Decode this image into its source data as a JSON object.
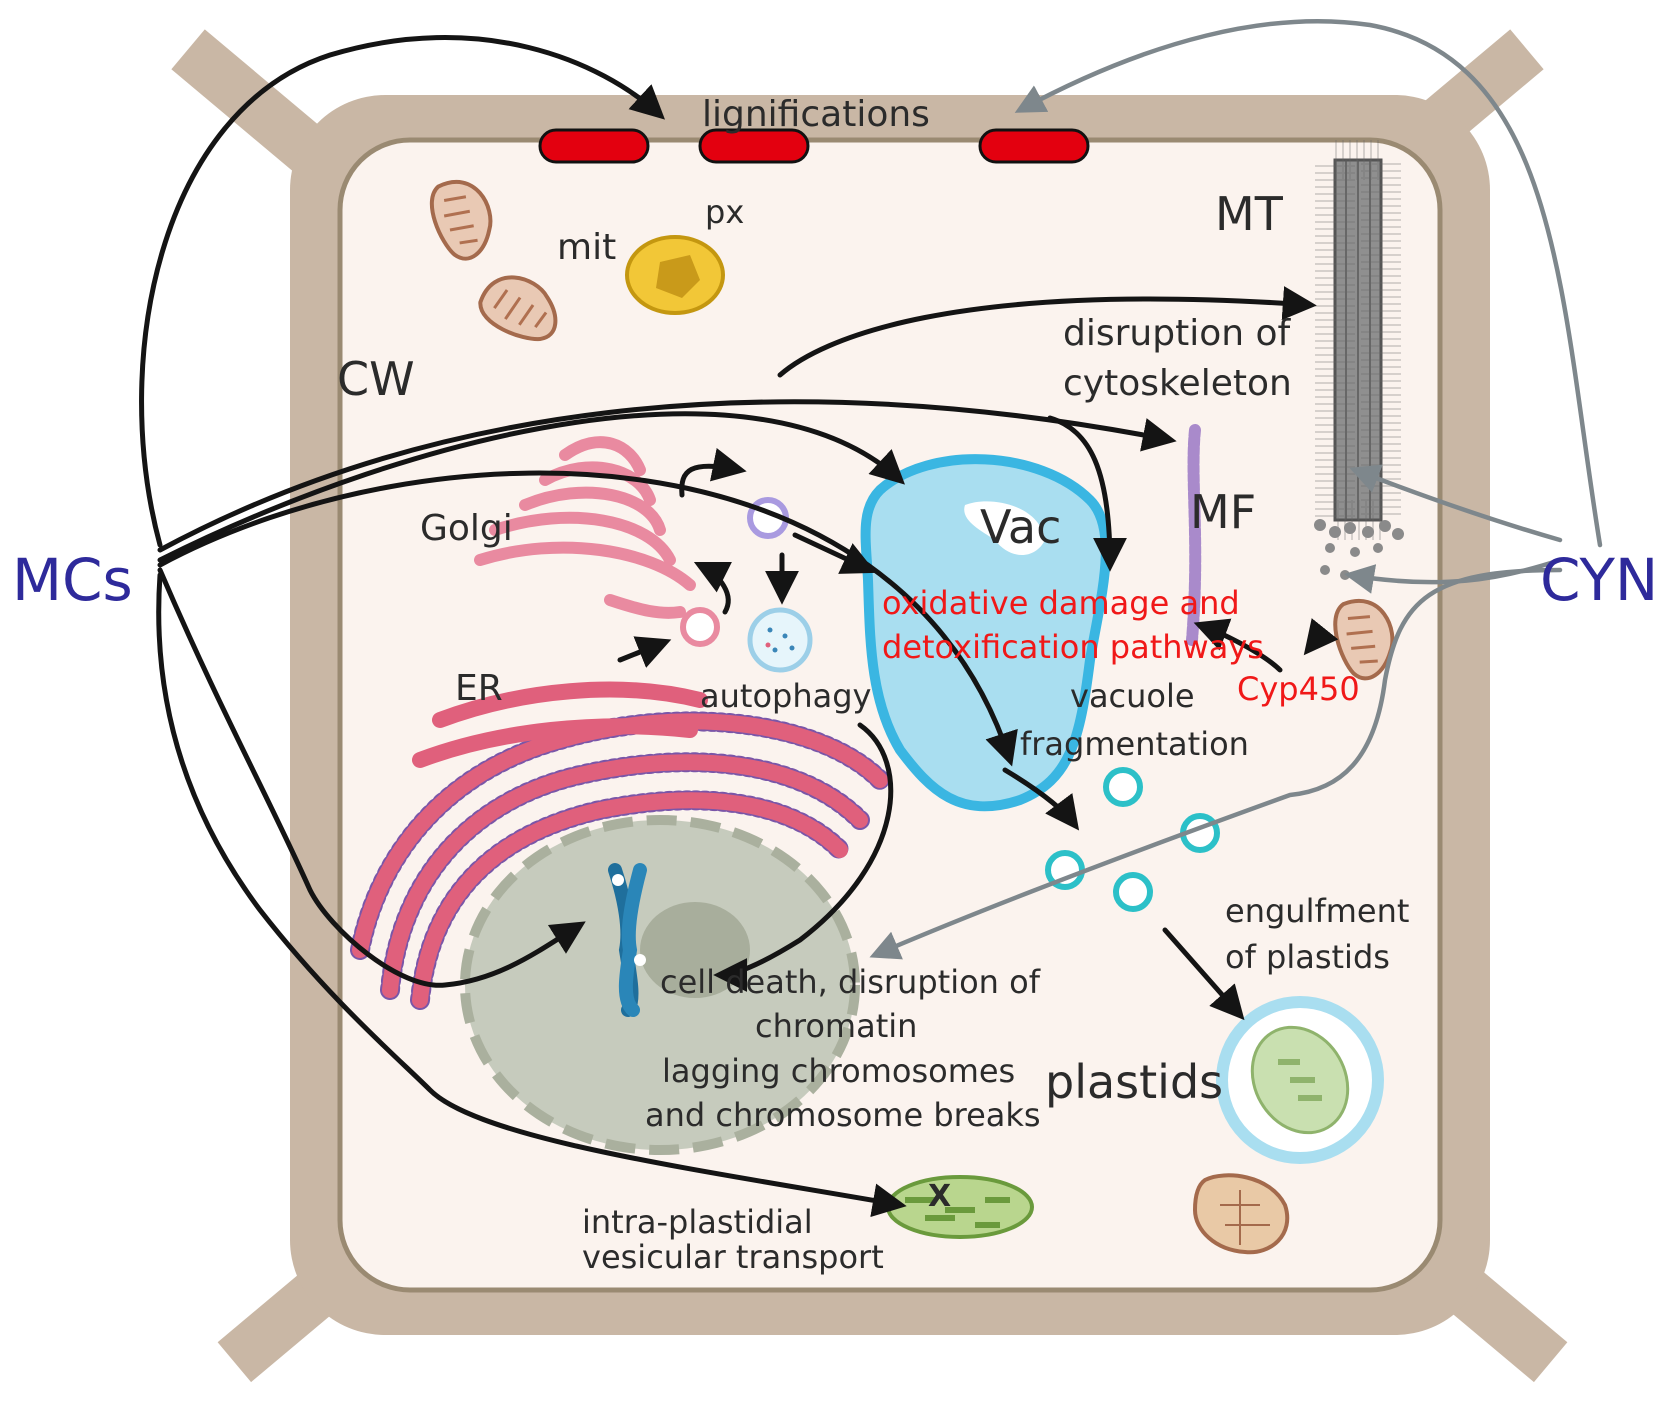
{
  "labels": {
    "lignifications": "lignifications",
    "px": "px",
    "mit": "mit",
    "mt": "MT",
    "cw": "CW",
    "disruption_line1": "disruption of",
    "disruption_line2": "cytoskeleton",
    "golgi": "Golgi",
    "vac": "Vac",
    "mf": "MF",
    "mcs": "MCs",
    "cyn": "CYN",
    "oxidative_line1": "oxidative damage and",
    "oxidative_line2": "detoxification pathways",
    "cyp450": "Cyp450",
    "er": "ER",
    "autophagy": "autophagy",
    "vacuole_line1": "vacuole",
    "vacuole_line2": "fragmentation",
    "celldeath_line1": "cell death, disruption of",
    "celldeath_line2": "chromatin",
    "celldeath_line3": "lagging chromosomes",
    "celldeath_line4": "and chromosome breaks",
    "engulf_line1": "engulfment",
    "engulf_line2": "of plastids",
    "plastids": "plastids",
    "intra_line1": "intra-plastidial",
    "intra_line2": "vesicular transport",
    "x_mark": "X"
  },
  "colors": {
    "cell_wall": "#c9b7a5",
    "cytoplasm": "#fbf3ee",
    "lignification": "#e3000f",
    "vacuole": "#a9def0",
    "vacuole_border": "#3ab6e2",
    "er": "#e0607c",
    "nucleus": "#c6cbbd",
    "chromosome": "#1f6f9c",
    "agent_text": "#2e2a9b",
    "effect_text": "#f01818",
    "arrow_black": "#141414",
    "arrow_grey": "#7e878c"
  }
}
